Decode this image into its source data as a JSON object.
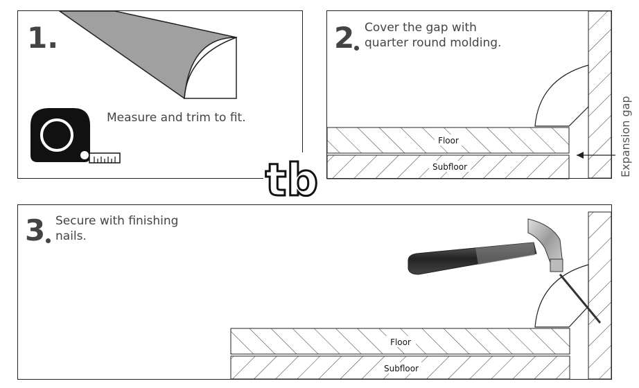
{
  "steps": [
    {
      "number": "1.",
      "text": "Measure and trim to fit."
    },
    {
      "number": "2",
      "lines": [
        "Cover the gap with",
        "quarter round molding."
      ]
    },
    {
      "number": "3",
      "lines": [
        "Secure with finishing",
        "nails."
      ]
    }
  ],
  "labels": {
    "floor": "Floor",
    "subfloor": "Subfloor",
    "expansion_gap": "Expansion gap"
  },
  "logo": {
    "text": "tb"
  },
  "colors": {
    "molding": "#9e9e9e",
    "tape": "#111111",
    "hammer_head": "#b0b0b0",
    "handle": "#333333",
    "text": "#444444"
  }
}
